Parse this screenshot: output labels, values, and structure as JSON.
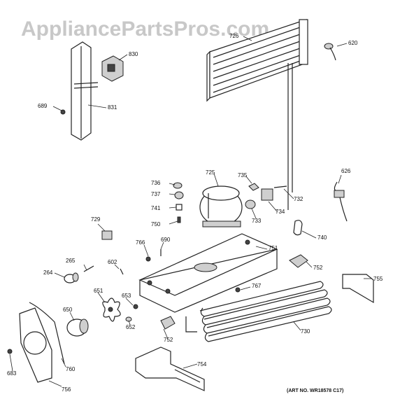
{
  "watermark": "AppliancePartsPros.com",
  "art_number": "(ART NO. WR18578 C17)",
  "callouts": [
    "726",
    "620",
    "830",
    "689",
    "831",
    "725",
    "736",
    "737",
    "741",
    "750",
    "735",
    "732",
    "734",
    "733",
    "626",
    "729",
    "740",
    "751",
    "766",
    "690",
    "602",
    "265",
    "264",
    "752",
    "755",
    "767",
    "651",
    "650",
    "653",
    "652",
    "730",
    "683",
    "760",
    "756",
    "754"
  ]
}
